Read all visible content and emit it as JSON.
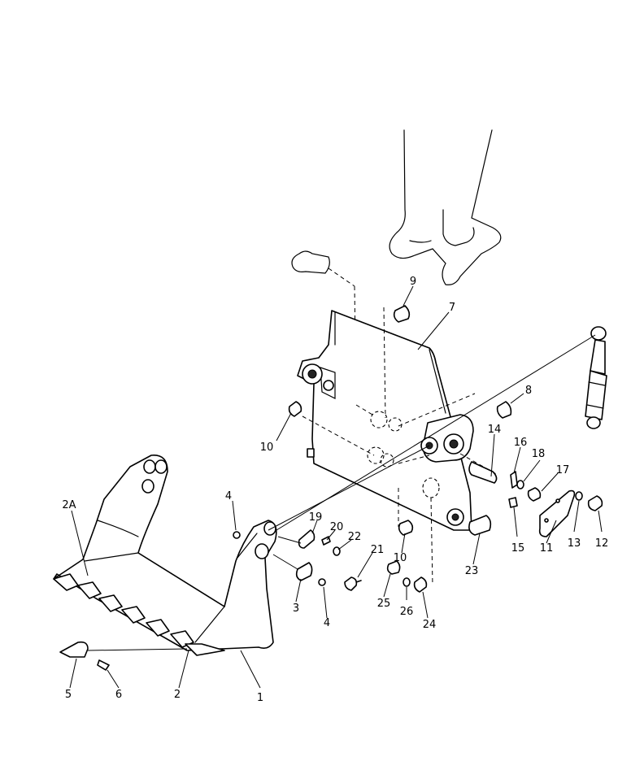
{
  "callouts": [
    {
      "id": "c1",
      "label": "1"
    },
    {
      "id": "c2",
      "label": "2"
    },
    {
      "id": "c2a",
      "label": "2A"
    },
    {
      "id": "c3",
      "label": "3"
    },
    {
      "id": "c4a",
      "label": "4"
    },
    {
      "id": "c4b",
      "label": "4"
    },
    {
      "id": "c5",
      "label": "5"
    },
    {
      "id": "c6",
      "label": "6"
    },
    {
      "id": "c7",
      "label": "7"
    },
    {
      "id": "c8",
      "label": "8"
    },
    {
      "id": "c9",
      "label": "9"
    },
    {
      "id": "c10a",
      "label": "10"
    },
    {
      "id": "c10b",
      "label": "10"
    },
    {
      "id": "c11",
      "label": "11"
    },
    {
      "id": "c12",
      "label": "12"
    },
    {
      "id": "c13",
      "label": "13"
    },
    {
      "id": "c14",
      "label": "14"
    },
    {
      "id": "c15",
      "label": "15"
    },
    {
      "id": "c16",
      "label": "16"
    },
    {
      "id": "c17",
      "label": "17"
    },
    {
      "id": "c18",
      "label": "18"
    },
    {
      "id": "c19",
      "label": "19"
    },
    {
      "id": "c20",
      "label": "20"
    },
    {
      "id": "c21",
      "label": "21"
    },
    {
      "id": "c22",
      "label": "22"
    },
    {
      "id": "c23",
      "label": "23"
    },
    {
      "id": "c24",
      "label": "24"
    },
    {
      "id": "c25",
      "label": "25"
    },
    {
      "id": "c26",
      "label": "26"
    }
  ]
}
